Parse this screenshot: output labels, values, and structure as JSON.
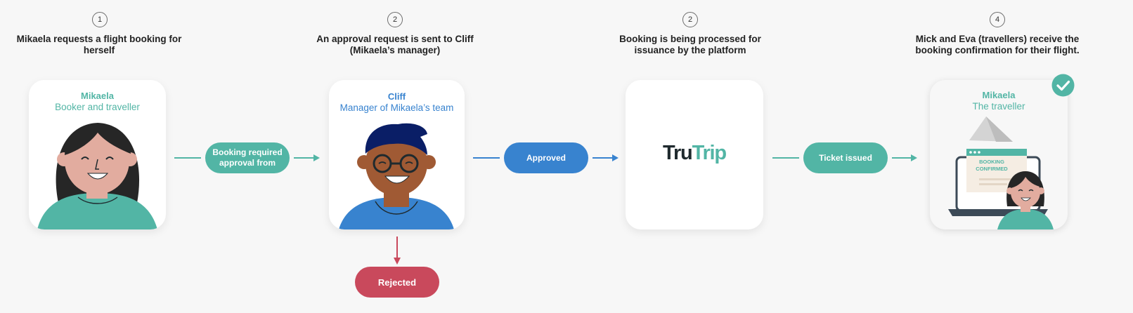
{
  "steps": [
    {
      "number": "1",
      "title": "Mikaela requests a flight booking for herself"
    },
    {
      "number": "2",
      "title": "An approval request is sent to Cliff (Mikaela’s manager)"
    },
    {
      "number": "2",
      "title": "Booking is being processed for issuance by the platform"
    },
    {
      "number": "4",
      "title": "Mick and Eva (travellers) receive the booking confirmation for their flight."
    }
  ],
  "cards": {
    "booker": {
      "name": "Mikaela",
      "role": "Booker and traveller"
    },
    "manager": {
      "name": "Cliff",
      "role": "Manager of Mikaela’s team"
    },
    "platform": {
      "logo_part1": "Tru",
      "logo_part2": "Trip"
    },
    "traveller": {
      "name": "Mikaela",
      "role": "The traveller",
      "screen_text_line1": "BOOKING",
      "screen_text_line2": "CONFIRMED"
    }
  },
  "connectors": {
    "approval_required": "Booking required approval from",
    "approved": "Approved",
    "ticket_issued": "Ticket issued",
    "rejected": "Rejected"
  },
  "colors": {
    "green": "#52b5a5",
    "blue": "#3883cf",
    "red": "#c9495c",
    "dark_text": "#1f2a2e"
  },
  "icons": [
    "check-icon",
    "arrow-right-icon",
    "arrow-down-icon"
  ]
}
